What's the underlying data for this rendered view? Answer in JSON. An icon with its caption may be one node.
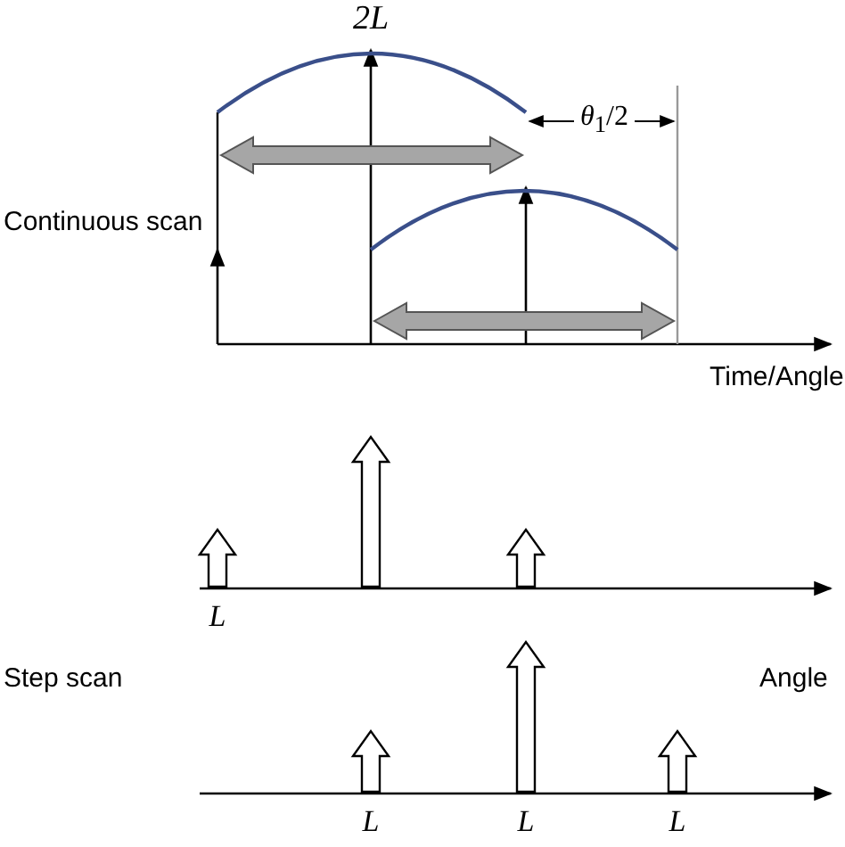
{
  "diagram": {
    "labels": [
      "2L",
      "*θ*$_{1}$/2",
      "Continuous scan",
      "Time/Angle",
      "L",
      "Step scan",
      "Angle",
      "L",
      "L",
      "L"
    ]
  }
}
